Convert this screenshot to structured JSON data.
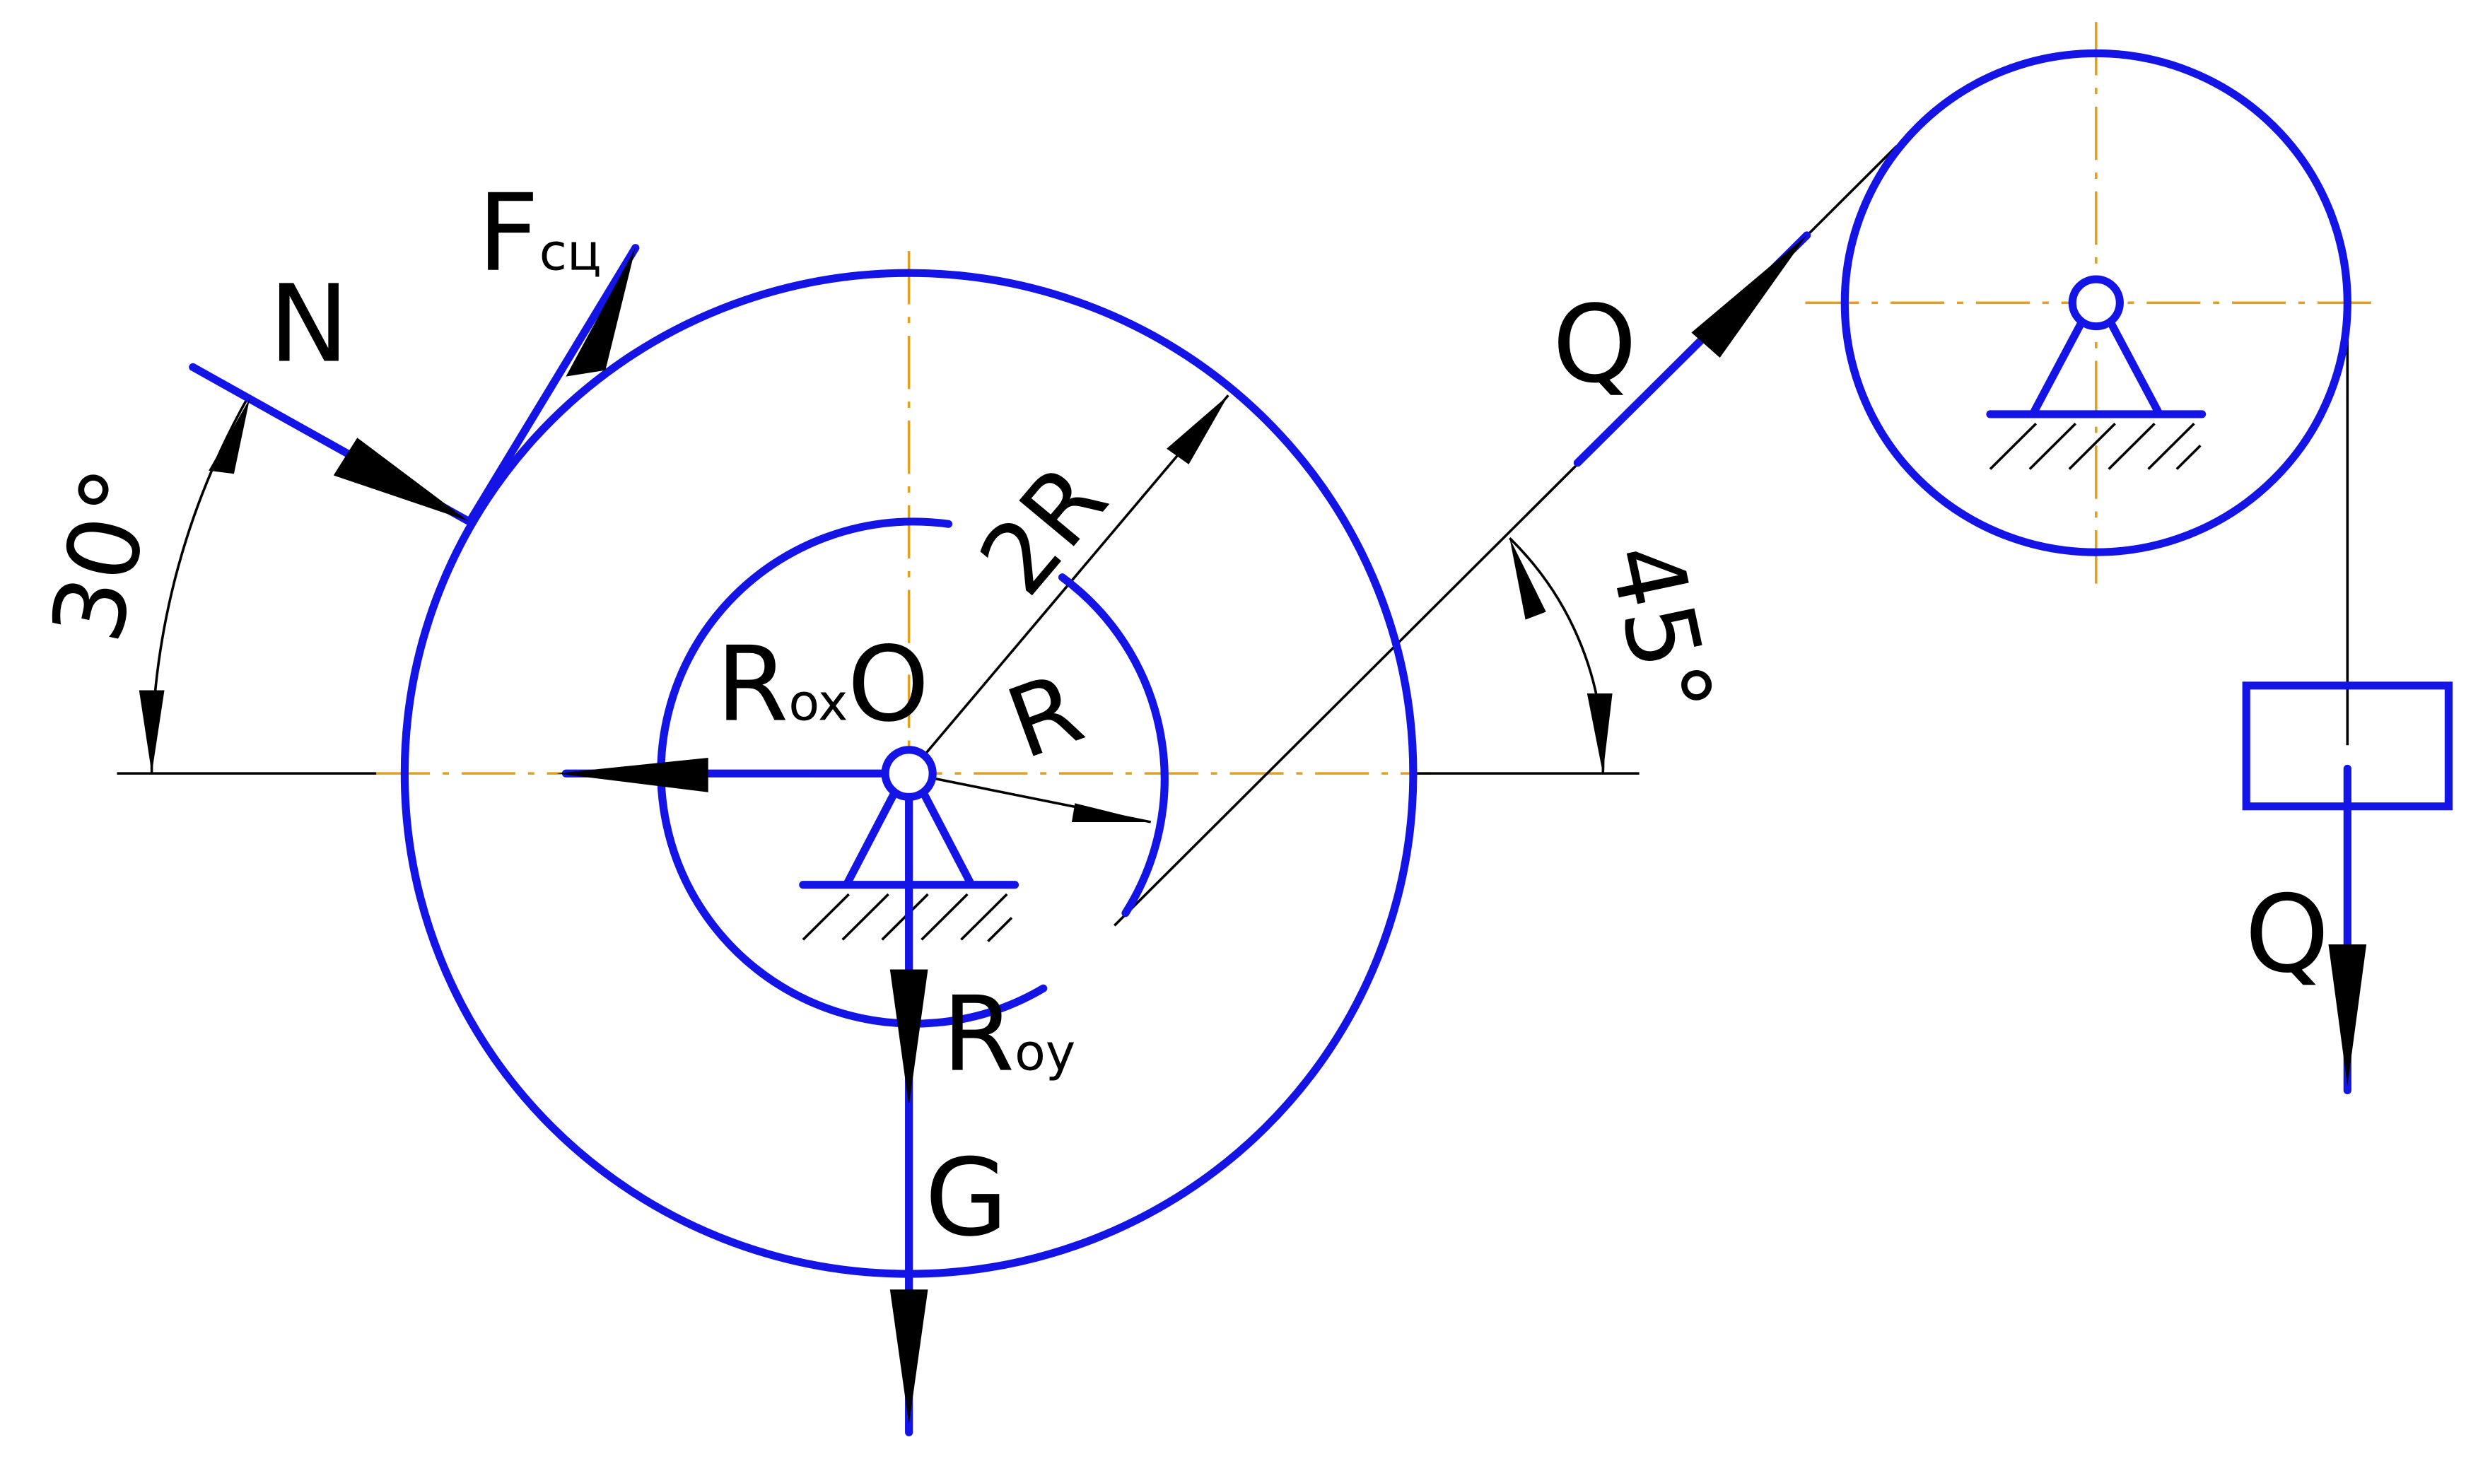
{
  "labels": {
    "force_N": "N",
    "friction_F": "F",
    "friction_F_sub": "сц",
    "center_O": "O",
    "reaction_x": "R",
    "reaction_x_sub": "ox",
    "reaction_y": "R",
    "reaction_y_sub": "oy",
    "weight_G": "G",
    "rope_tension_Q": "Q",
    "load_Q": "Q",
    "radius_outer": "2R",
    "radius_inner": "R",
    "angle_30": "30°",
    "angle_45": "45°"
  },
  "colors": {
    "body": "#1414e6",
    "axis": "#e0a020",
    "line": "#000000",
    "arrow": "#000000"
  }
}
